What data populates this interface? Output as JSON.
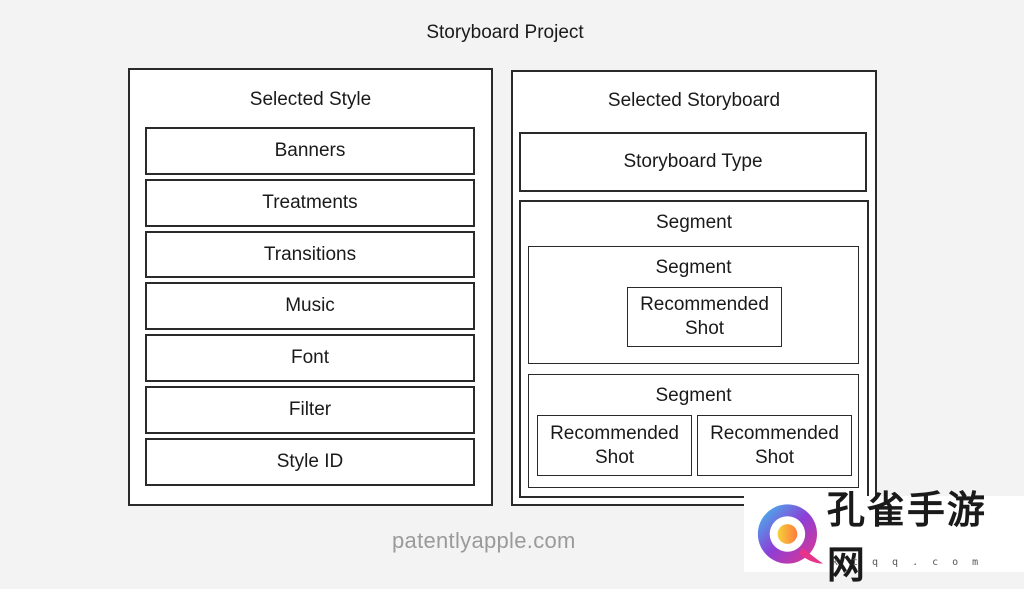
{
  "diagram": {
    "title": "Storyboard Project",
    "style_panel": {
      "title": "Selected Style",
      "items": [
        "Banners",
        "Treatments",
        "Transitions",
        "Music",
        "Font",
        "Filter",
        "Style ID"
      ]
    },
    "storyboard_panel": {
      "title": "Selected Storyboard",
      "type_label": "Storyboard Type",
      "outer_segment_label": "Segment",
      "segment_a": {
        "label": "Segment",
        "shot": "Recommended\nShot"
      },
      "segment_b": {
        "label": "Segment",
        "shots": [
          "Recommended\nShot",
          "Recommended\nShot"
        ]
      }
    }
  },
  "watermark": "patentlyapple.com",
  "brand": {
    "name": "孔雀手游网",
    "url": "ktqq.com"
  }
}
